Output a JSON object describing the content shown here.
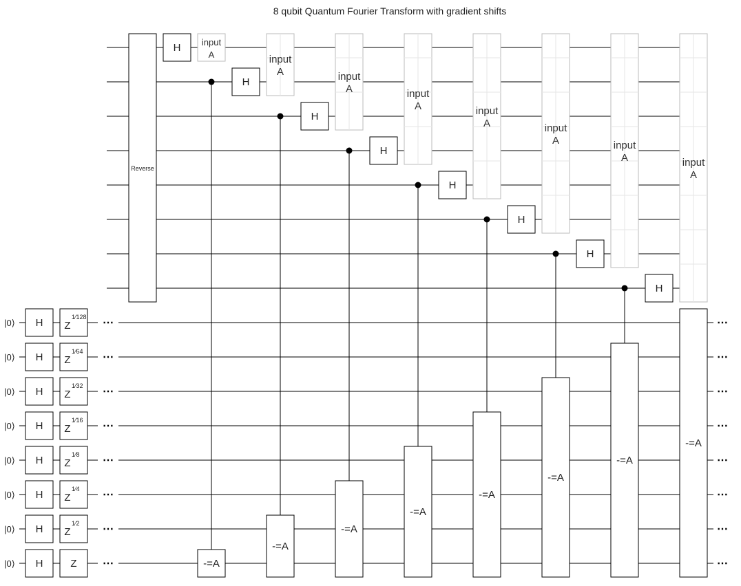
{
  "title": "8 qubit Quantum Fourier Transform with gradient shifts",
  "init_state": "|0⟩",
  "gates": {
    "hadamard": "H",
    "reverse": "Reverse",
    "input_line1": "input",
    "input_line2": "A",
    "subtract": "-=A",
    "z": "Z",
    "ellipsis": "⋯"
  },
  "z_exponents": [
    "1⁄128",
    "1⁄64",
    "1⁄32",
    "1⁄16",
    "1⁄8",
    "1⁄4",
    "1⁄2",
    ""
  ]
}
